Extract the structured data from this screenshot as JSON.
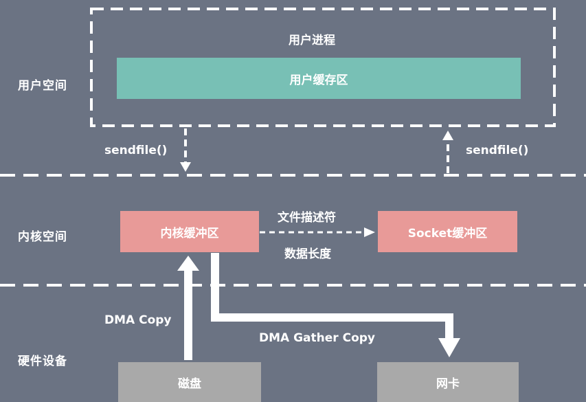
{
  "zones": {
    "user_space": "用户空间",
    "kernel_space": "内核空间",
    "hardware": "硬件设备"
  },
  "user_process": {
    "title": "用户进程",
    "buffer": "用户缓存区"
  },
  "kernel": {
    "kernel_buffer": "内核缓冲区",
    "socket_buffer": "Socket缓冲区",
    "transfer_top": "文件描述符",
    "transfer_bottom": "数据长度"
  },
  "hardware": {
    "disk": "磁盘",
    "nic": "网卡"
  },
  "arrows": {
    "sendfile_left": "sendfile()",
    "sendfile_right": "sendfile()",
    "dma_copy": "DMA Copy",
    "dma_gather_copy": "DMA Gather Copy"
  },
  "colors": {
    "background": "#6b7383",
    "user_buffer": "#78c0b5",
    "kernel_buffers": "#e89a98",
    "hardware_boxes": "#a9a9a9"
  }
}
